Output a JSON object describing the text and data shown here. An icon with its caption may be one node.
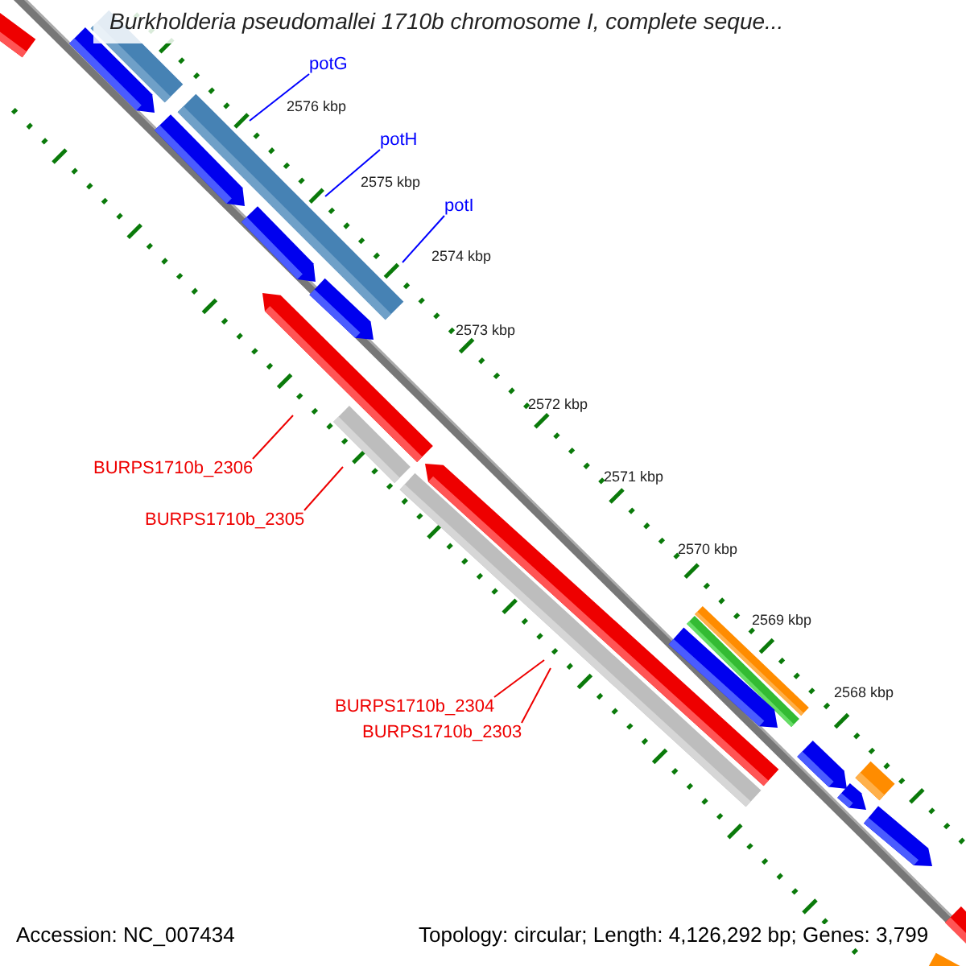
{
  "diagram": {
    "title": "Burkholderia pseudomallei 1710b chromosome I, complete seque...",
    "nodes": [
      {
        "text": [
          "potG"
        ]
      },
      {
        "text": [
          "potH"
        ]
      },
      {
        "text": [
          "potI"
        ]
      },
      {
        "text": [
          "BURPS1710b_2306"
        ]
      },
      {
        "text": [
          "BURPS1710b_2305"
        ]
      },
      {
        "text": [
          "BURPS1710b_2304"
        ]
      },
      {
        "text": [
          "BURPS1710b_2303"
        ]
      }
    ],
    "edges": [
      {
        "from": 0,
        "to": null,
        "arrow": "none",
        "color": "#0000ff"
      },
      {
        "from": 1,
        "to": null,
        "arrow": "none",
        "color": "#0000ff"
      },
      {
        "from": 2,
        "to": null,
        "arrow": "none",
        "color": "#0000ff"
      },
      {
        "from": 3,
        "to": null,
        "arrow": "none"
      },
      {
        "from": 4,
        "to": null,
        "arrow": "none"
      },
      {
        "from": 5,
        "to": null,
        "arrow": "none"
      },
      {
        "from": 6,
        "to": null,
        "arrow": "none"
      }
    ],
    "labels": [
      "2576 kbp",
      "2575 kbp",
      "2574 kbp",
      "2573 kbp",
      "2572 kbp",
      "2571 kbp",
      "2570 kbp",
      "2569 kbp",
      "2568 kbp",
      "Accession: NC_007434",
      "Topology: circular; Length: 4,126,292 bp; Genes: 3,799"
    ]
  }
}
